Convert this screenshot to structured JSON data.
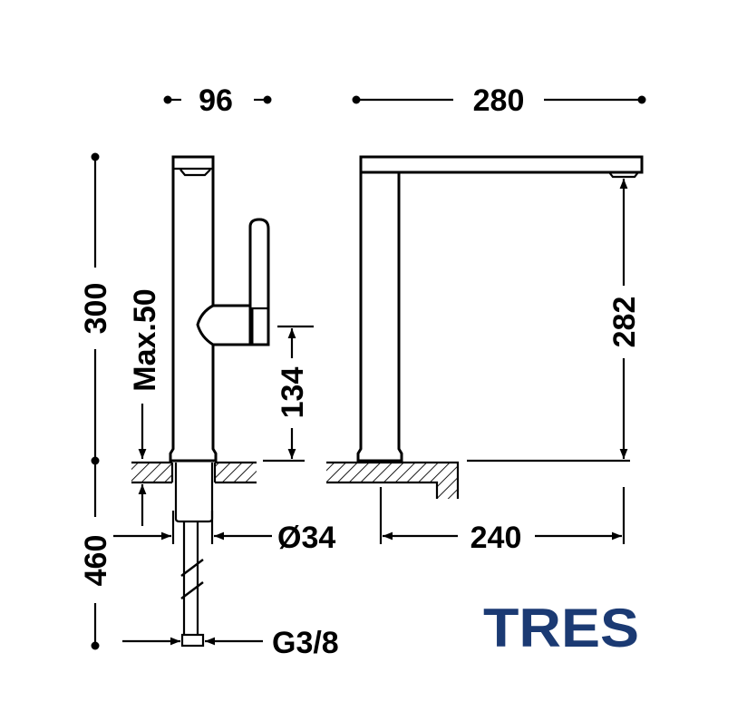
{
  "dimensions": {
    "width_side": "96",
    "width_total": "280",
    "height_total": "300",
    "max_deck": "Max.50",
    "handle_height": "134",
    "spout_height": "282",
    "below_deck": "460",
    "hole_diameter": "Ø34",
    "reach": "240",
    "connection": "G3/8"
  },
  "brand": {
    "logo_text": "TRES",
    "color": "#1b3a73"
  }
}
